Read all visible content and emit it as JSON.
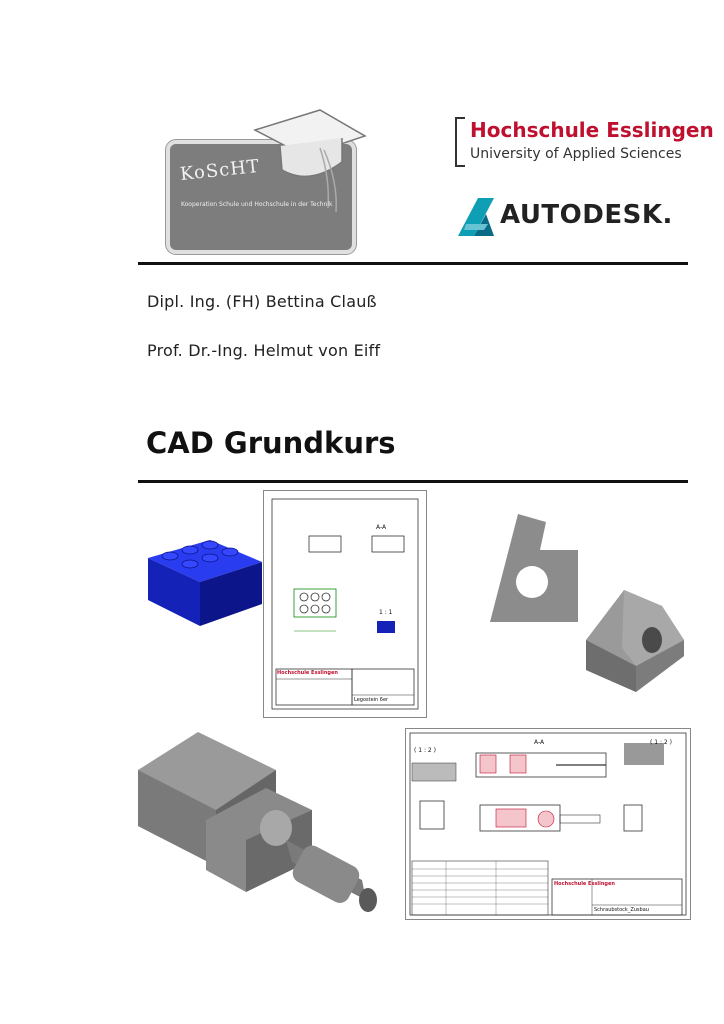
{
  "logos": {
    "kosht": {
      "title": "KoScHT",
      "subtitle": "Kooperation Schule und Hochschule in der Technik"
    },
    "hochschule": {
      "name": "Hochschule Esslingen",
      "subtitle": "University of Applied Sciences"
    },
    "autodesk": {
      "name": "AUTODESK."
    }
  },
  "authors": [
    "Dipl. Ing. (FH) Bettina Clauß",
    "Prof. Dr.-Ing. Helmut von Eiff"
  ],
  "title": "CAD Grundkurs",
  "drawing1": {
    "section_label": "A-A",
    "scale_label": "1 : 1",
    "titleblock_school": "Hochschule Esslingen",
    "titleblock_name": "Legostein 6er"
  },
  "drawing2": {
    "section_label": "A-A",
    "scale_left": "( 1 : 2 )",
    "scale_right": "( 1 : 2 )",
    "titleblock_school": "Hochschule Esslingen",
    "titleblock_name": "Schraubstock_Zusbau"
  },
  "colors": {
    "lego": "#1a2ad8",
    "part_gray": "#8c8c8c",
    "hs_red": "#c0102f",
    "autodesk_teal": "#0f9fb4"
  }
}
